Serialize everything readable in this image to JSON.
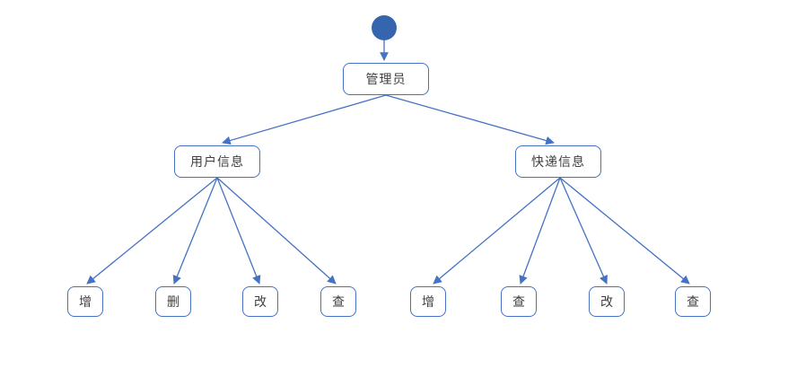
{
  "colors": {
    "accent": "#4472C4",
    "node_fill": "#3465AE",
    "text": "#3f3f3f",
    "background": "#ffffff"
  },
  "icons": {
    "initial_node": "filled-circle"
  },
  "diagram": {
    "root": {
      "label": "管理员"
    },
    "branches": [
      {
        "label": "用户信息",
        "children": [
          {
            "label": "增"
          },
          {
            "label": "删"
          },
          {
            "label": "改"
          },
          {
            "label": "查"
          }
        ]
      },
      {
        "label": "快递信息",
        "children": [
          {
            "label": "增"
          },
          {
            "label": "查"
          },
          {
            "label": "改"
          },
          {
            "label": "查"
          }
        ]
      }
    ]
  }
}
